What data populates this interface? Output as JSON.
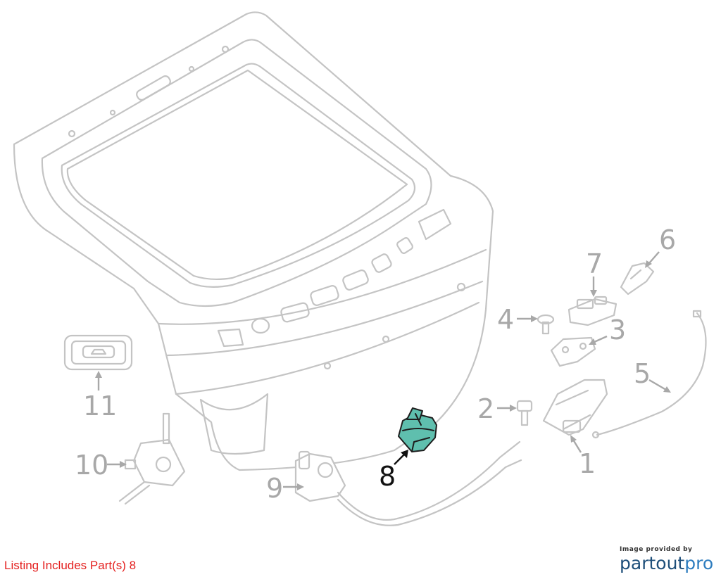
{
  "diagram": {
    "callouts": [
      {
        "id": "1",
        "label": "1",
        "active": false
      },
      {
        "id": "2",
        "label": "2",
        "active": false
      },
      {
        "id": "3",
        "label": "3",
        "active": false
      },
      {
        "id": "4",
        "label": "4",
        "active": false
      },
      {
        "id": "5",
        "label": "5",
        "active": false
      },
      {
        "id": "6",
        "label": "6",
        "active": false
      },
      {
        "id": "7",
        "label": "7",
        "active": false
      },
      {
        "id": "8",
        "label": "8",
        "active": true
      },
      {
        "id": "9",
        "label": "9",
        "active": false
      },
      {
        "id": "10",
        "label": "10",
        "active": false
      },
      {
        "id": "11",
        "label": "11",
        "active": false
      }
    ],
    "colors": {
      "highlight": "#5fbfae",
      "outline": "#c4c4c4",
      "callout": "#a8a8a8",
      "callout_active": "#111111",
      "note": "#e4201f"
    }
  },
  "footer": {
    "note": "Listing Includes Part(s) 8"
  },
  "brand": {
    "caption": "Image provided by",
    "name_part1": "partout",
    "name_part2": "pro"
  }
}
